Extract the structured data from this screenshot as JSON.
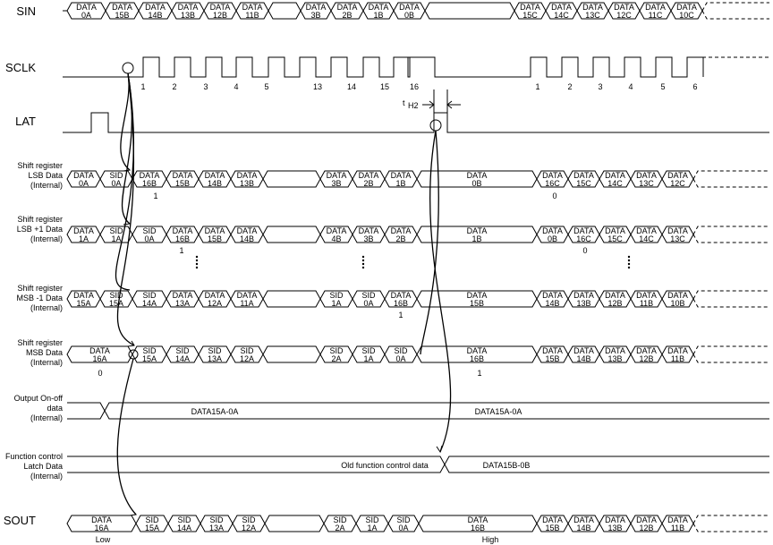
{
  "signals": {
    "sin": "SIN",
    "sclk": "SCLK",
    "lat": "LAT",
    "sout": "SOUT",
    "sr_lsb": [
      "Shift register",
      "LSB Data",
      "(Internal)"
    ],
    "sr_lsb1": [
      "Shift register",
      "LSB +1 Data",
      "(Internal)"
    ],
    "sr_msb1": [
      "Shift register",
      "MSB -1 Data",
      "(Internal)"
    ],
    "sr_msb": [
      "Shift register",
      "MSB Data",
      "(Internal)"
    ],
    "onoff": [
      "Output On-off",
      "data",
      "(Internal)"
    ],
    "func": [
      "Function control",
      "Latch Data",
      "(Internal)"
    ]
  },
  "sin_cells": [
    [
      "DATA",
      "0A"
    ],
    [
      "DATA",
      "15B"
    ],
    [
      "DATA",
      "14B"
    ],
    [
      "DATA",
      "13B"
    ],
    [
      "DATA",
      "12B"
    ],
    [
      "DATA",
      "11B"
    ],
    [
      "",
      ""
    ],
    [
      "DATA",
      "3B"
    ],
    [
      "DATA",
      "2B"
    ],
    [
      "DATA",
      "1B"
    ],
    [
      "DATA",
      "0B"
    ],
    [
      "",
      ""
    ],
    [
      "DATA",
      "15C"
    ],
    [
      "DATA",
      "14C"
    ],
    [
      "DATA",
      "13C"
    ],
    [
      "DATA",
      "12C"
    ],
    [
      "DATA",
      "11C"
    ],
    [
      "DATA",
      "10C"
    ]
  ],
  "lsb_cells": [
    [
      "DATA",
      "0A"
    ],
    [
      "SID",
      "0A"
    ],
    [
      "DATA",
      "16B"
    ],
    [
      "DATA",
      "15B"
    ],
    [
      "DATA",
      "14B"
    ],
    [
      "DATA",
      "13B"
    ],
    [
      "",
      ""
    ],
    [
      "DATA",
      "3B"
    ],
    [
      "DATA",
      "2B"
    ],
    [
      "DATA",
      "1B"
    ],
    [
      "DATA",
      "0B"
    ],
    [
      "DATA",
      "16C"
    ],
    [
      "DATA",
      "15C"
    ],
    [
      "DATA",
      "14C"
    ],
    [
      "DATA",
      "13C"
    ],
    [
      "DATA",
      "12C"
    ]
  ],
  "lsb1_cells": [
    [
      "DATA",
      "1A"
    ],
    [
      "SID",
      "1A"
    ],
    [
      "SID",
      "0A"
    ],
    [
      "DATA",
      "16B"
    ],
    [
      "DATA",
      "15B"
    ],
    [
      "DATA",
      "14B"
    ],
    [
      "",
      ""
    ],
    [
      "DATA",
      "4B"
    ],
    [
      "DATA",
      "3B"
    ],
    [
      "DATA",
      "2B"
    ],
    [
      "DATA",
      "1B"
    ],
    [
      "DATA",
      "0B"
    ],
    [
      "DATA",
      "16C"
    ],
    [
      "DATA",
      "15C"
    ],
    [
      "DATA",
      "14C"
    ],
    [
      "DATA",
      "13C"
    ]
  ],
  "msb1_cells": [
    [
      "DATA",
      "15A"
    ],
    [
      "SID",
      "15A"
    ],
    [
      "SID",
      "14A"
    ],
    [
      "DATA",
      "13A"
    ],
    [
      "DATA",
      "12A"
    ],
    [
      "DATA",
      "11A"
    ],
    [
      "",
      ""
    ],
    [
      "SID",
      "1A"
    ],
    [
      "SID",
      "0A"
    ],
    [
      "DATA",
      "16B"
    ],
    [
      "DATA",
      "15B"
    ],
    [
      "DATA",
      "14B"
    ],
    [
      "DATA",
      "13B"
    ],
    [
      "DATA",
      "12B"
    ],
    [
      "DATA",
      "11B"
    ],
    [
      "DATA",
      "10B"
    ]
  ],
  "msb_cells": [
    [
      "DATA",
      "16A"
    ],
    [
      "SID",
      "15A"
    ],
    [
      "SID",
      "14A"
    ],
    [
      "SID",
      "13A"
    ],
    [
      "SID",
      "12A"
    ],
    [
      "",
      ""
    ],
    [
      "SID",
      "2A"
    ],
    [
      "SID",
      "1A"
    ],
    [
      "SID",
      "0A"
    ],
    [
      "DATA",
      "16B"
    ],
    [
      "DATA",
      "15B"
    ],
    [
      "DATA",
      "14B"
    ],
    [
      "DATA",
      "13B"
    ],
    [
      "DATA",
      "12B"
    ],
    [
      "DATA",
      "11B"
    ]
  ],
  "sout_cells": [
    [
      "DATA",
      "16A"
    ],
    [
      "SID",
      "15A"
    ],
    [
      "SID",
      "14A"
    ],
    [
      "SID",
      "13A"
    ],
    [
      "SID",
      "12A"
    ],
    [
      "",
      ""
    ],
    [
      "SID",
      "2A"
    ],
    [
      "SID",
      "1A"
    ],
    [
      "SID",
      "0A"
    ],
    [
      "DATA",
      "16B"
    ],
    [
      "DATA",
      "15B"
    ],
    [
      "DATA",
      "14B"
    ],
    [
      "DATA",
      "13B"
    ],
    [
      "DATA",
      "12B"
    ],
    [
      "DATA",
      "11B"
    ]
  ],
  "clock_numbers_1": [
    "1",
    "2",
    "3",
    "4",
    "5",
    "13",
    "14",
    "15",
    "16"
  ],
  "clock_numbers_2": [
    "1",
    "2",
    "3",
    "4",
    "5",
    "6"
  ],
  "onoff_text_1": "DATA15A-0A",
  "onoff_text_2": "DATA15A-0A",
  "func_text_old": "Old function control data",
  "func_text_new": "DATA15B-0B",
  "marks": {
    "t_h2_base": "t",
    "t_h2_sub": "H2",
    "lsb_1": "1",
    "lsb_0": "0",
    "lsb1_1": "1",
    "lsb1_0": "0",
    "msb1_1": "1",
    "msb_0": "0",
    "msb_1": "1",
    "sout_low": "Low",
    "sout_high": "High",
    "dots": ":"
  }
}
